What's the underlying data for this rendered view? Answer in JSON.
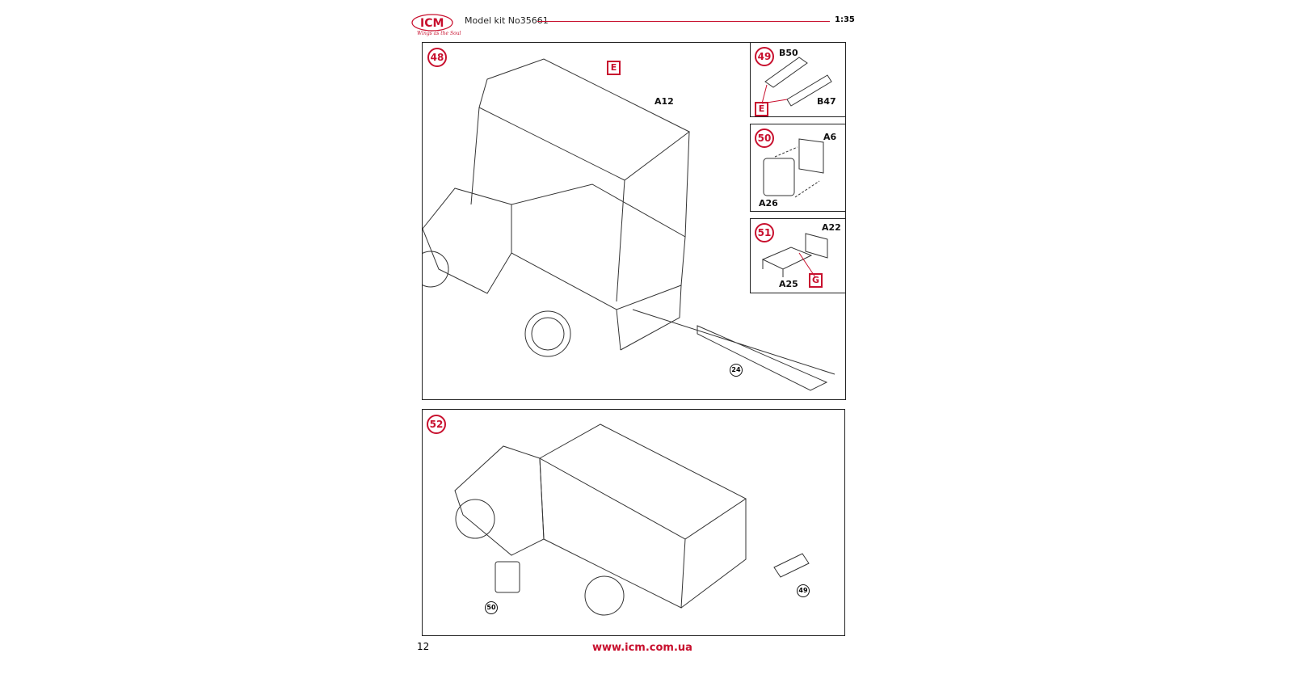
{
  "header": {
    "brand": "ICM",
    "tagline": "Wings as the Soul",
    "kit": "Model kit No35661",
    "scale": "1:35"
  },
  "steps": {
    "s48": {
      "number": "48",
      "parts": {
        "a12": "A12"
      },
      "paint_code": "E",
      "ref": "24"
    },
    "s49": {
      "number": "49",
      "parts": {
        "b50": "B50",
        "b47": "B47"
      },
      "paint_code": "E"
    },
    "s50": {
      "number": "50",
      "parts": {
        "a6": "A6",
        "a26": "A26"
      }
    },
    "s51": {
      "number": "51",
      "parts": {
        "a22": "A22",
        "a25": "A25"
      },
      "paint_code": "G"
    },
    "s52": {
      "number": "52",
      "refs": [
        "50",
        "49"
      ]
    }
  },
  "footer": {
    "page": "12",
    "url": "www.icm.com.ua"
  },
  "colors": {
    "accent": "#c8102e"
  }
}
